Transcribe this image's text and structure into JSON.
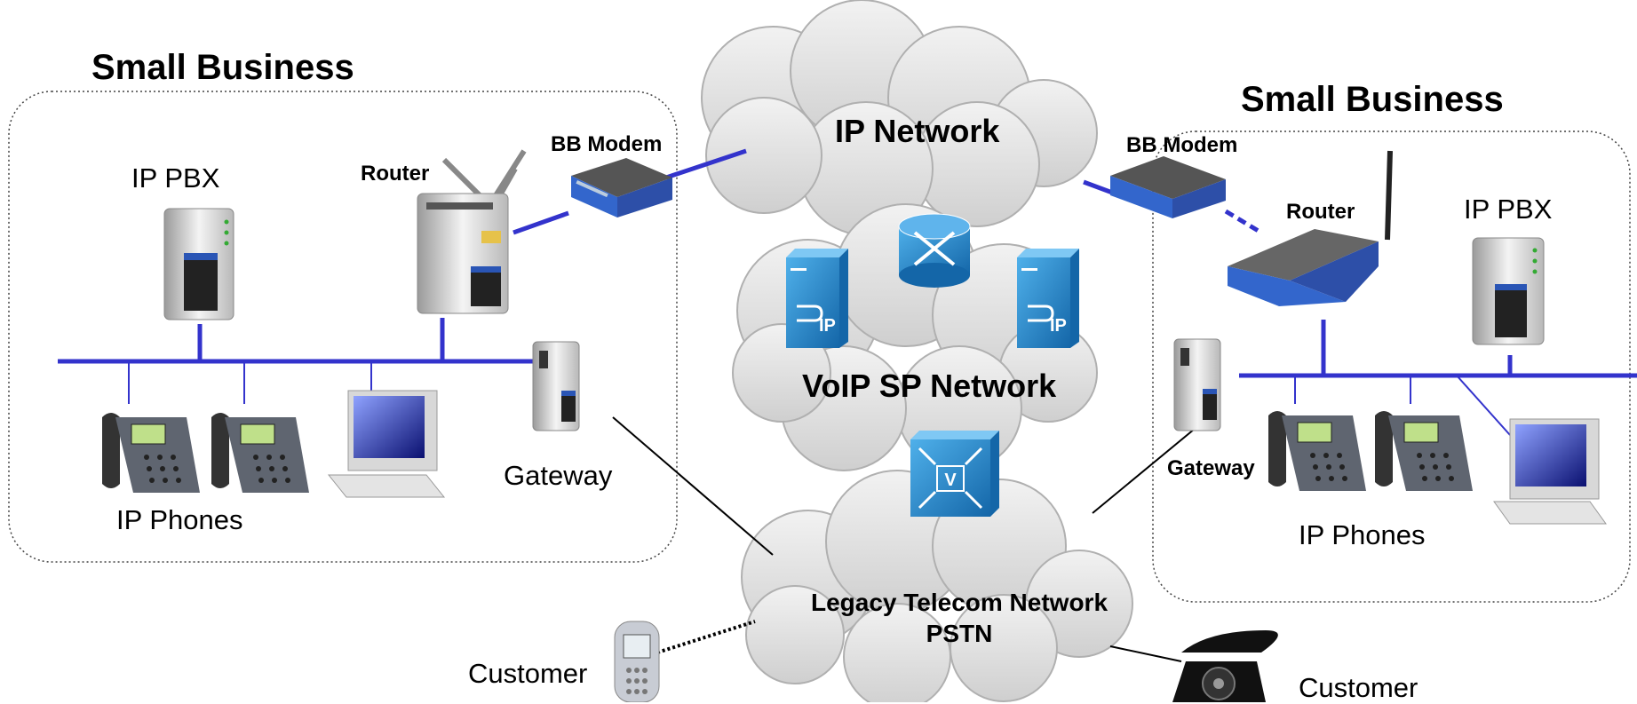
{
  "left_site": {
    "title": "Small Business",
    "ip_pbx": "IP PBX",
    "router": "Router",
    "bb_modem": "BB Modem",
    "gateway": "Gateway",
    "ip_phones": "IP Phones"
  },
  "right_site": {
    "title": "Small Business",
    "ip_pbx": "IP PBX",
    "router": "Router",
    "bb_modem": "BB Modem",
    "gateway": "Gateway",
    "ip_phones": "IP Phones"
  },
  "clouds": {
    "ip_network": "IP Network",
    "voip_sp_network": "VoIP SP Network",
    "pstn_line1": "Legacy Telecom Network",
    "pstn_line2": "PSTN"
  },
  "icons": {
    "sip_server_text": "IP",
    "voice_gateway_text": "V"
  },
  "customers": {
    "mobile": "Customer",
    "landline": "Customer"
  },
  "colors": {
    "lan_line": "#3333cc",
    "cloud_fill": "#d9d9d9",
    "cisco_blue": "#1f7fc8"
  }
}
